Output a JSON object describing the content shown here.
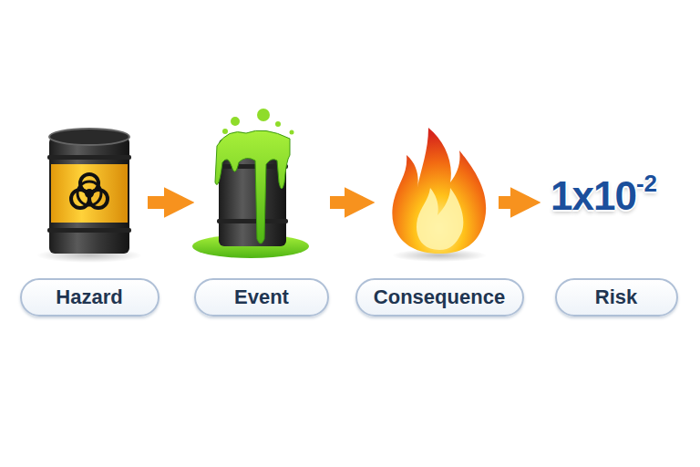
{
  "diagram": {
    "nodes": [
      {
        "text": [
          "Hazard"
        ]
      },
      {
        "text": [
          "Event"
        ]
      },
      {
        "text": [
          "Consequence"
        ]
      },
      {
        "text": [
          "Risk"
        ]
      }
    ],
    "edges": [
      {
        "from": 0,
        "to": 1,
        "arrow": "to"
      },
      {
        "from": 1,
        "to": 2,
        "arrow": "to"
      },
      {
        "from": 2,
        "to": 3,
        "arrow": "to"
      }
    ],
    "labels": [
      "1x10",
      "-2"
    ]
  }
}
